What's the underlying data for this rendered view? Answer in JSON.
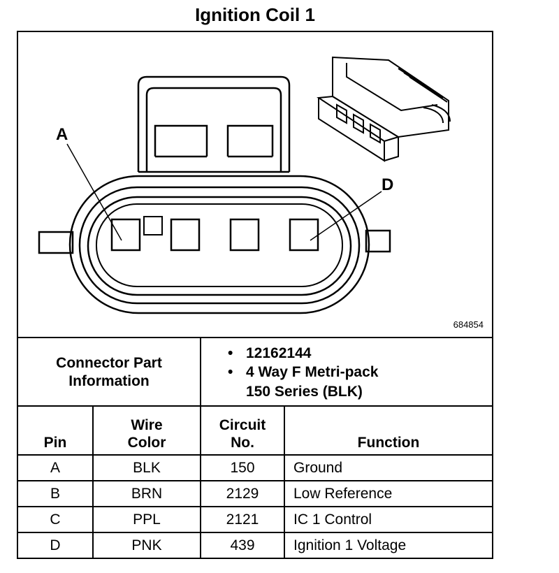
{
  "title": "Ignition Coil 1",
  "figure": {
    "number": "684854",
    "callouts": {
      "a": "A",
      "d": "D"
    }
  },
  "connector_info": {
    "label_line1": "Connector Part",
    "label_line2": "Information",
    "part_number": "12162144",
    "description_line1": "4 Way F Metri-pack",
    "description_line2": "150 Series (BLK)"
  },
  "pin_table": {
    "headers": {
      "pin": "Pin",
      "wire_color_line1": "Wire",
      "wire_color_line2": "Color",
      "circuit_line1": "Circuit",
      "circuit_line2": "No.",
      "function": "Function"
    },
    "rows": [
      {
        "pin": "A",
        "wire_color": "BLK",
        "circuit": "150",
        "function": "Ground"
      },
      {
        "pin": "B",
        "wire_color": "BRN",
        "circuit": "2129",
        "function": "Low Reference"
      },
      {
        "pin": "C",
        "wire_color": "PPL",
        "circuit": "2121",
        "function": "IC 1 Control"
      },
      {
        "pin": "D",
        "wire_color": "PNK",
        "circuit": "439",
        "function": "Ignition 1 Voltage"
      }
    ]
  }
}
